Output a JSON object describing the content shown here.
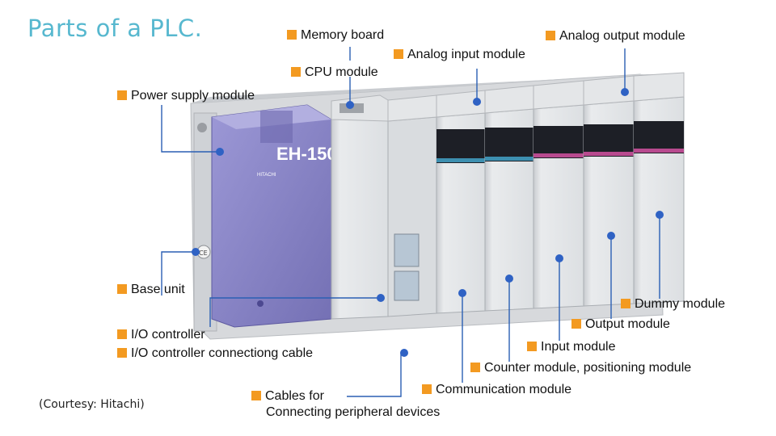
{
  "title": "Parts of a PLC.",
  "courtesy": "(Courtesy: Hitachi)",
  "device": {
    "brand_model": "EH-150",
    "maker": "HITACHI"
  },
  "colors": {
    "title": "#57b8cf",
    "marker": "#f39a21",
    "leader_line": "#2a5fb4",
    "callout_dot": "#2f62c4",
    "power_module": "#8a86c8"
  },
  "labels": {
    "memory_board": "Memory board",
    "cpu_module": "CPU module",
    "analog_input": "Analog input module",
    "analog_output": "Analog output module",
    "power_supply": "Power supply module",
    "base_unit": "Base unit",
    "io_controller": "I/O controller",
    "io_cable": "I/O controller connectiong cable",
    "cables_for": "Cables for",
    "cables_peripheral": "Connecting peripheral devices",
    "communication": "Communication module",
    "counter": "Counter  module, positioning module",
    "input": "Input module",
    "output": "Output module",
    "dummy": "Dummy  module"
  }
}
